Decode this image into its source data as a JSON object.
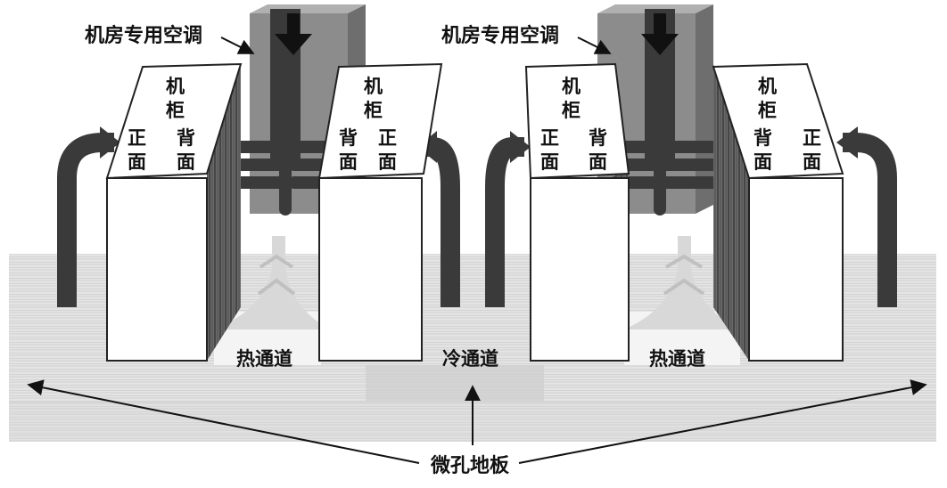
{
  "labels": {
    "ac_left": "机房专用空调",
    "ac_right": "机房专用空调",
    "hot_aisle_left": "热通道",
    "cold_aisle": "冷通道",
    "hot_aisle_right": "热通道",
    "perforated_floor": "微孔地板"
  },
  "cabinets": [
    {
      "name_top": "机",
      "name_bottom": "柜",
      "left_side_top": "正",
      "left_side_bottom": "面",
      "right_side_top": "背",
      "right_side_bottom": "面"
    },
    {
      "name_top": "机",
      "name_bottom": "柜",
      "left_side_top": "背",
      "left_side_bottom": "面",
      "right_side_top": "正",
      "right_side_bottom": "面"
    },
    {
      "name_top": "机",
      "name_bottom": "柜",
      "left_side_top": "正",
      "left_side_bottom": "面",
      "right_side_top": "背",
      "right_side_bottom": "面"
    },
    {
      "name_top": "机",
      "name_bottom": "柜",
      "left_side_top": "背",
      "left_side_bottom": "面",
      "right_side_top": "正",
      "right_side_bottom": "面"
    }
  ],
  "colors": {
    "floor": "#d9d9d9",
    "airflow": "#3a3a3a",
    "ac_unit": "#8c8c8c",
    "cabinet_face": "#ffffff",
    "cabinet_side": "#5a5a5a",
    "cold_air": "#cfcfcf"
  }
}
